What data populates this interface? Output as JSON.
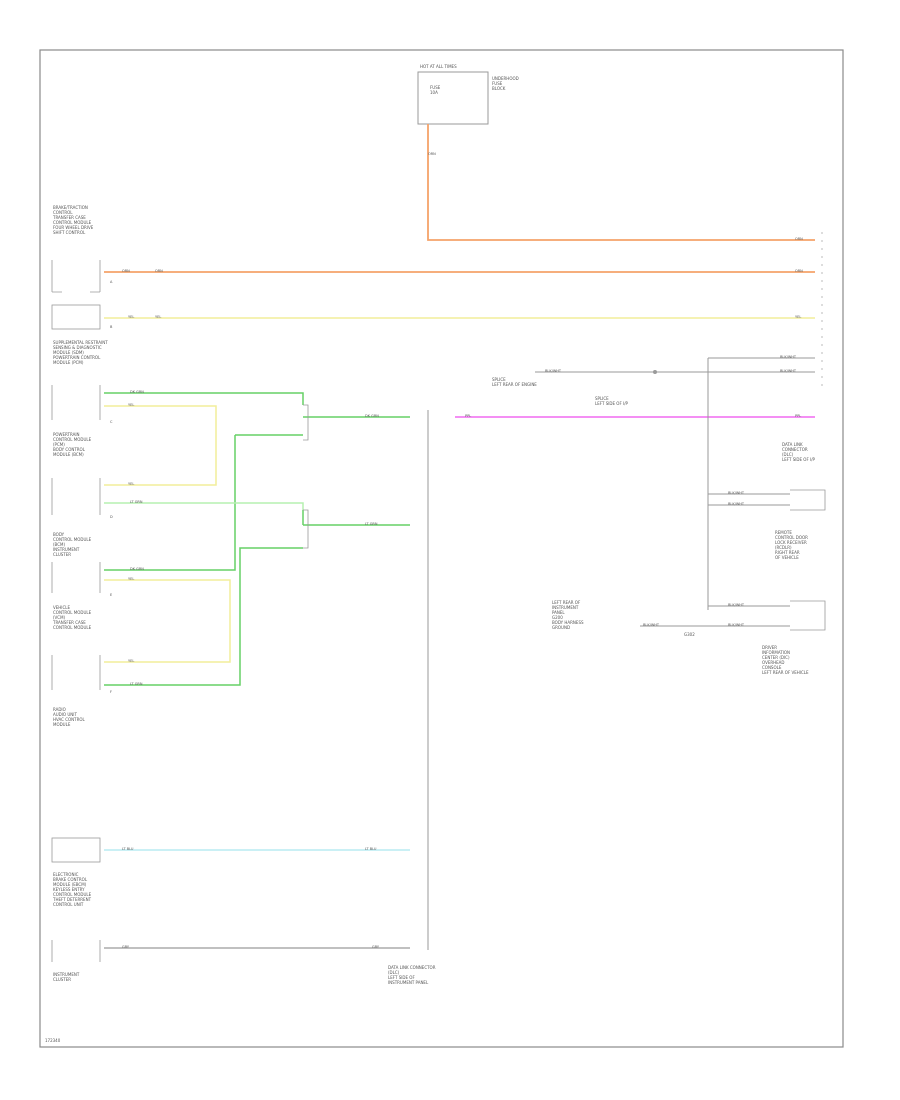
{
  "colors": {
    "frame": "#8a8a8a",
    "component": "#9a9a9a",
    "orange_wire": "#f5a36a",
    "yellow_wire": "#f2ee9a",
    "green_wire": "#66d066",
    "light_green_wire": "#b6f0b0",
    "pink_wire": "#f27ff2",
    "cyan_wire": "#b8ecf2",
    "grey_wire": "#9a9a9a"
  },
  "labels": {
    "hot_at_all_times": "HOT AT ALL TIMES",
    "fuse_block_text": "FUSE\n10A",
    "relay_centre": "UNDERHOOD\nFUSE\nBLOCK",
    "module_top_left": "BRAKE/TRACTION\nCONTROL\nTRANSFER CASE\nCONTROL MODULE\nFOUR WHEEL DRIVE\nSHIFT CONTROL",
    "module_srs": "SUPPLEMENTAL RESTRAINT\nSENSING & DIAGNOSTIC\nMODULE (SDM)\nPOWERTRAIN CONTROL\nMODULE (PCM)",
    "module_powertrain": "POWERTRAIN\nCONTROL MODULE\n(PCM)\nBODY CONTROL\nMODULE (BCM)",
    "module_body": "BODY\nCONTROL MODULE\n(BCM)\nINSTRUMENT\nCLUSTER",
    "module_vehicle": "VEHICLE\nCONTROL MODULE\n(VCM)\nTRANSFER CASE\nCONTROL MODULE",
    "module_radio": "RADIO\nAUDIO UNIT\nHVAC CONTROL\nMODULE",
    "module_electronic": "ELECTRONIC\nBRAKE CONTROL\nMODULE (EBCM)\nKEYLESS ENTRY\nCONTROL MODULE\nTHEFT DETERRENT\nCONTROL UNIT",
    "module_instrument": "INSTRUMENT\nCLUSTER",
    "splice_bottom": "DATA LINK CONNECTOR\n(DLC)\nLEFT SIDE OF\nINSTRUMENT PANEL",
    "splice_right_top": "SPLICE\nLEFT SIDE OF I/P",
    "splice_right_label": "SPLICE\nLEFT REAR OF ENGINE",
    "connector_right_1": "DATA LINK\nCONNECTOR\n(DLC)\nLEFT SIDE OF I/P",
    "connector_right_2": "REMOTE\nCONTROL DOOR\nLOCK RECEIVER\n(RCDLR)\nRIGHT REAR\nOF VEHICLE",
    "connector_right_3": "DRIVER\nINFORMATION\nCENTER (DIC)\nOVERHEAD\nCONSOLE\nLEFT REAR OF VEHICLE",
    "ground_label": "LEFT REAR OF\nINSTRUMENT\nPANEL\nG200\nBODY HARNESS\nGROUND",
    "left_ground_text": "G302",
    "footer_code": "172340",
    "wire_orange": "ORN",
    "wire_yellow": "YEL",
    "wire_green": "DK GRN",
    "wire_lt_green": "LT GRN",
    "wire_pink": "PPL",
    "wire_cyan": "LT BLU",
    "wire_grey": "GRY",
    "wire_black": "BLK/WHT",
    "pin_a": "A",
    "pin_b": "B",
    "pin_c": "C",
    "pin_d": "D",
    "pin_e": "E",
    "pin_f": "F"
  }
}
